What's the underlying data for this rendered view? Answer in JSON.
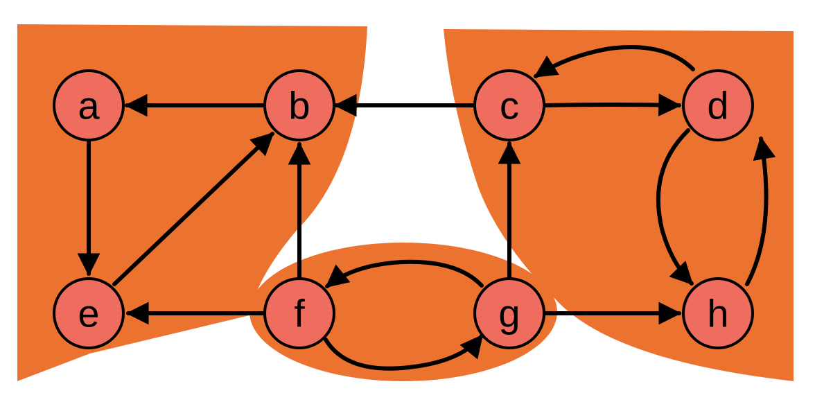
{
  "colors": {
    "region_fill": "#ec7230",
    "node_fill": "#ee6d5e",
    "stroke": "#000000",
    "background": "#ffffff"
  },
  "nodes": [
    {
      "id": "a",
      "label": "a"
    },
    {
      "id": "b",
      "label": "b"
    },
    {
      "id": "c",
      "label": "c"
    },
    {
      "id": "d",
      "label": "d"
    },
    {
      "id": "e",
      "label": "e"
    },
    {
      "id": "f",
      "label": "f"
    },
    {
      "id": "g",
      "label": "g"
    },
    {
      "id": "h",
      "label": "h"
    }
  ],
  "edges": [
    {
      "from": "a",
      "to": "e"
    },
    {
      "from": "b",
      "to": "a"
    },
    {
      "from": "c",
      "to": "b"
    },
    {
      "from": "c",
      "to": "d"
    },
    {
      "from": "d",
      "to": "c"
    },
    {
      "from": "d",
      "to": "h"
    },
    {
      "from": "h",
      "to": "d"
    },
    {
      "from": "e",
      "to": "b"
    },
    {
      "from": "f",
      "to": "e"
    },
    {
      "from": "f",
      "to": "b"
    },
    {
      "from": "f",
      "to": "g"
    },
    {
      "from": "g",
      "to": "f"
    },
    {
      "from": "g",
      "to": "c"
    },
    {
      "from": "g",
      "to": "h"
    }
  ],
  "components": [
    {
      "id": "left",
      "nodes": [
        "a",
        "b",
        "e"
      ]
    },
    {
      "id": "middle",
      "nodes": [
        "f",
        "g"
      ]
    },
    {
      "id": "right",
      "nodes": [
        "c",
        "d",
        "h"
      ]
    }
  ]
}
